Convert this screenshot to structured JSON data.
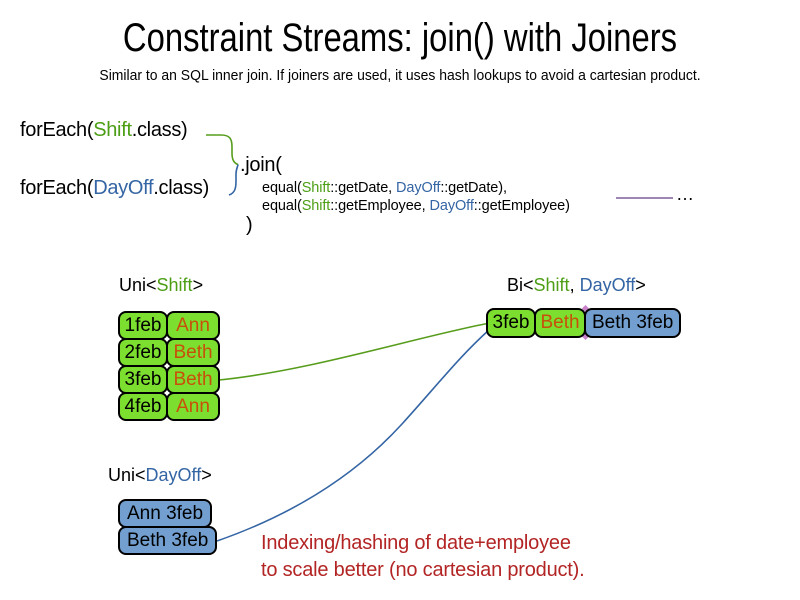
{
  "title": "Constraint Streams: join() with Joiners",
  "subtitle": "Similar to an SQL inner join. If joiners are used, it uses hash lookups to avoid a cartesian product.",
  "code": {
    "foreach_shift": {
      "open": "forEach(",
      "class_name": "Shift",
      "close": ".class)"
    },
    "foreach_dayoff": {
      "open": "forEach(",
      "class_name": "DayOff",
      "close": ".class)"
    },
    "join_open": ".join(",
    "joiner_date": {
      "fn": "equal(",
      "left_class": "Shift",
      "left_method": "::getDate, ",
      "right_class": "DayOff",
      "right_method": "::getDate),"
    },
    "joiner_employee": {
      "fn": "equal(",
      "left_class": "Shift",
      "left_method": "::getEmployee, ",
      "right_class": "DayOff",
      "right_method": "::getEmployee)"
    },
    "ellipsis": "…",
    "join_close": ")"
  },
  "uni_shift": {
    "label_open": "Uni<",
    "label_class": "Shift",
    "label_close": ">",
    "rows": [
      {
        "date": "1feb",
        "employee": "Ann"
      },
      {
        "date": "2feb",
        "employee": "Beth"
      },
      {
        "date": "3feb",
        "employee": "Beth"
      },
      {
        "date": "4feb",
        "employee": "Ann"
      }
    ]
  },
  "bi_stream": {
    "label_open": "Bi<",
    "label_shift": "Shift",
    "label_sep": ", ",
    "label_dayoff": "DayOff",
    "label_close": ">",
    "row": {
      "date": "3feb",
      "employee": "Beth",
      "dayoff": "Beth 3feb"
    }
  },
  "uni_dayoff": {
    "label_open": "Uni<",
    "label_class": "DayOff",
    "label_close": ">",
    "rows": [
      "Ann 3feb",
      "Beth 3feb"
    ]
  },
  "note": {
    "line1": "Indexing/hashing of date+employee",
    "line2": "to scale better (no cartesian product)."
  },
  "colors": {
    "shift_green": "#4C9E15",
    "dayoff_blue": "#3465A4",
    "employee_orange": "#C8500A",
    "note_red": "#B32424",
    "tuple_box_green": "#7CDE2F",
    "tuple_box_blue": "#729FCF",
    "bracket_green_line": "#579D1C",
    "bracket_blue_line": "#3465A4",
    "extra_joiner_purple_line": "#7D5D9B",
    "glue_point_pink": "#C981C9"
  }
}
